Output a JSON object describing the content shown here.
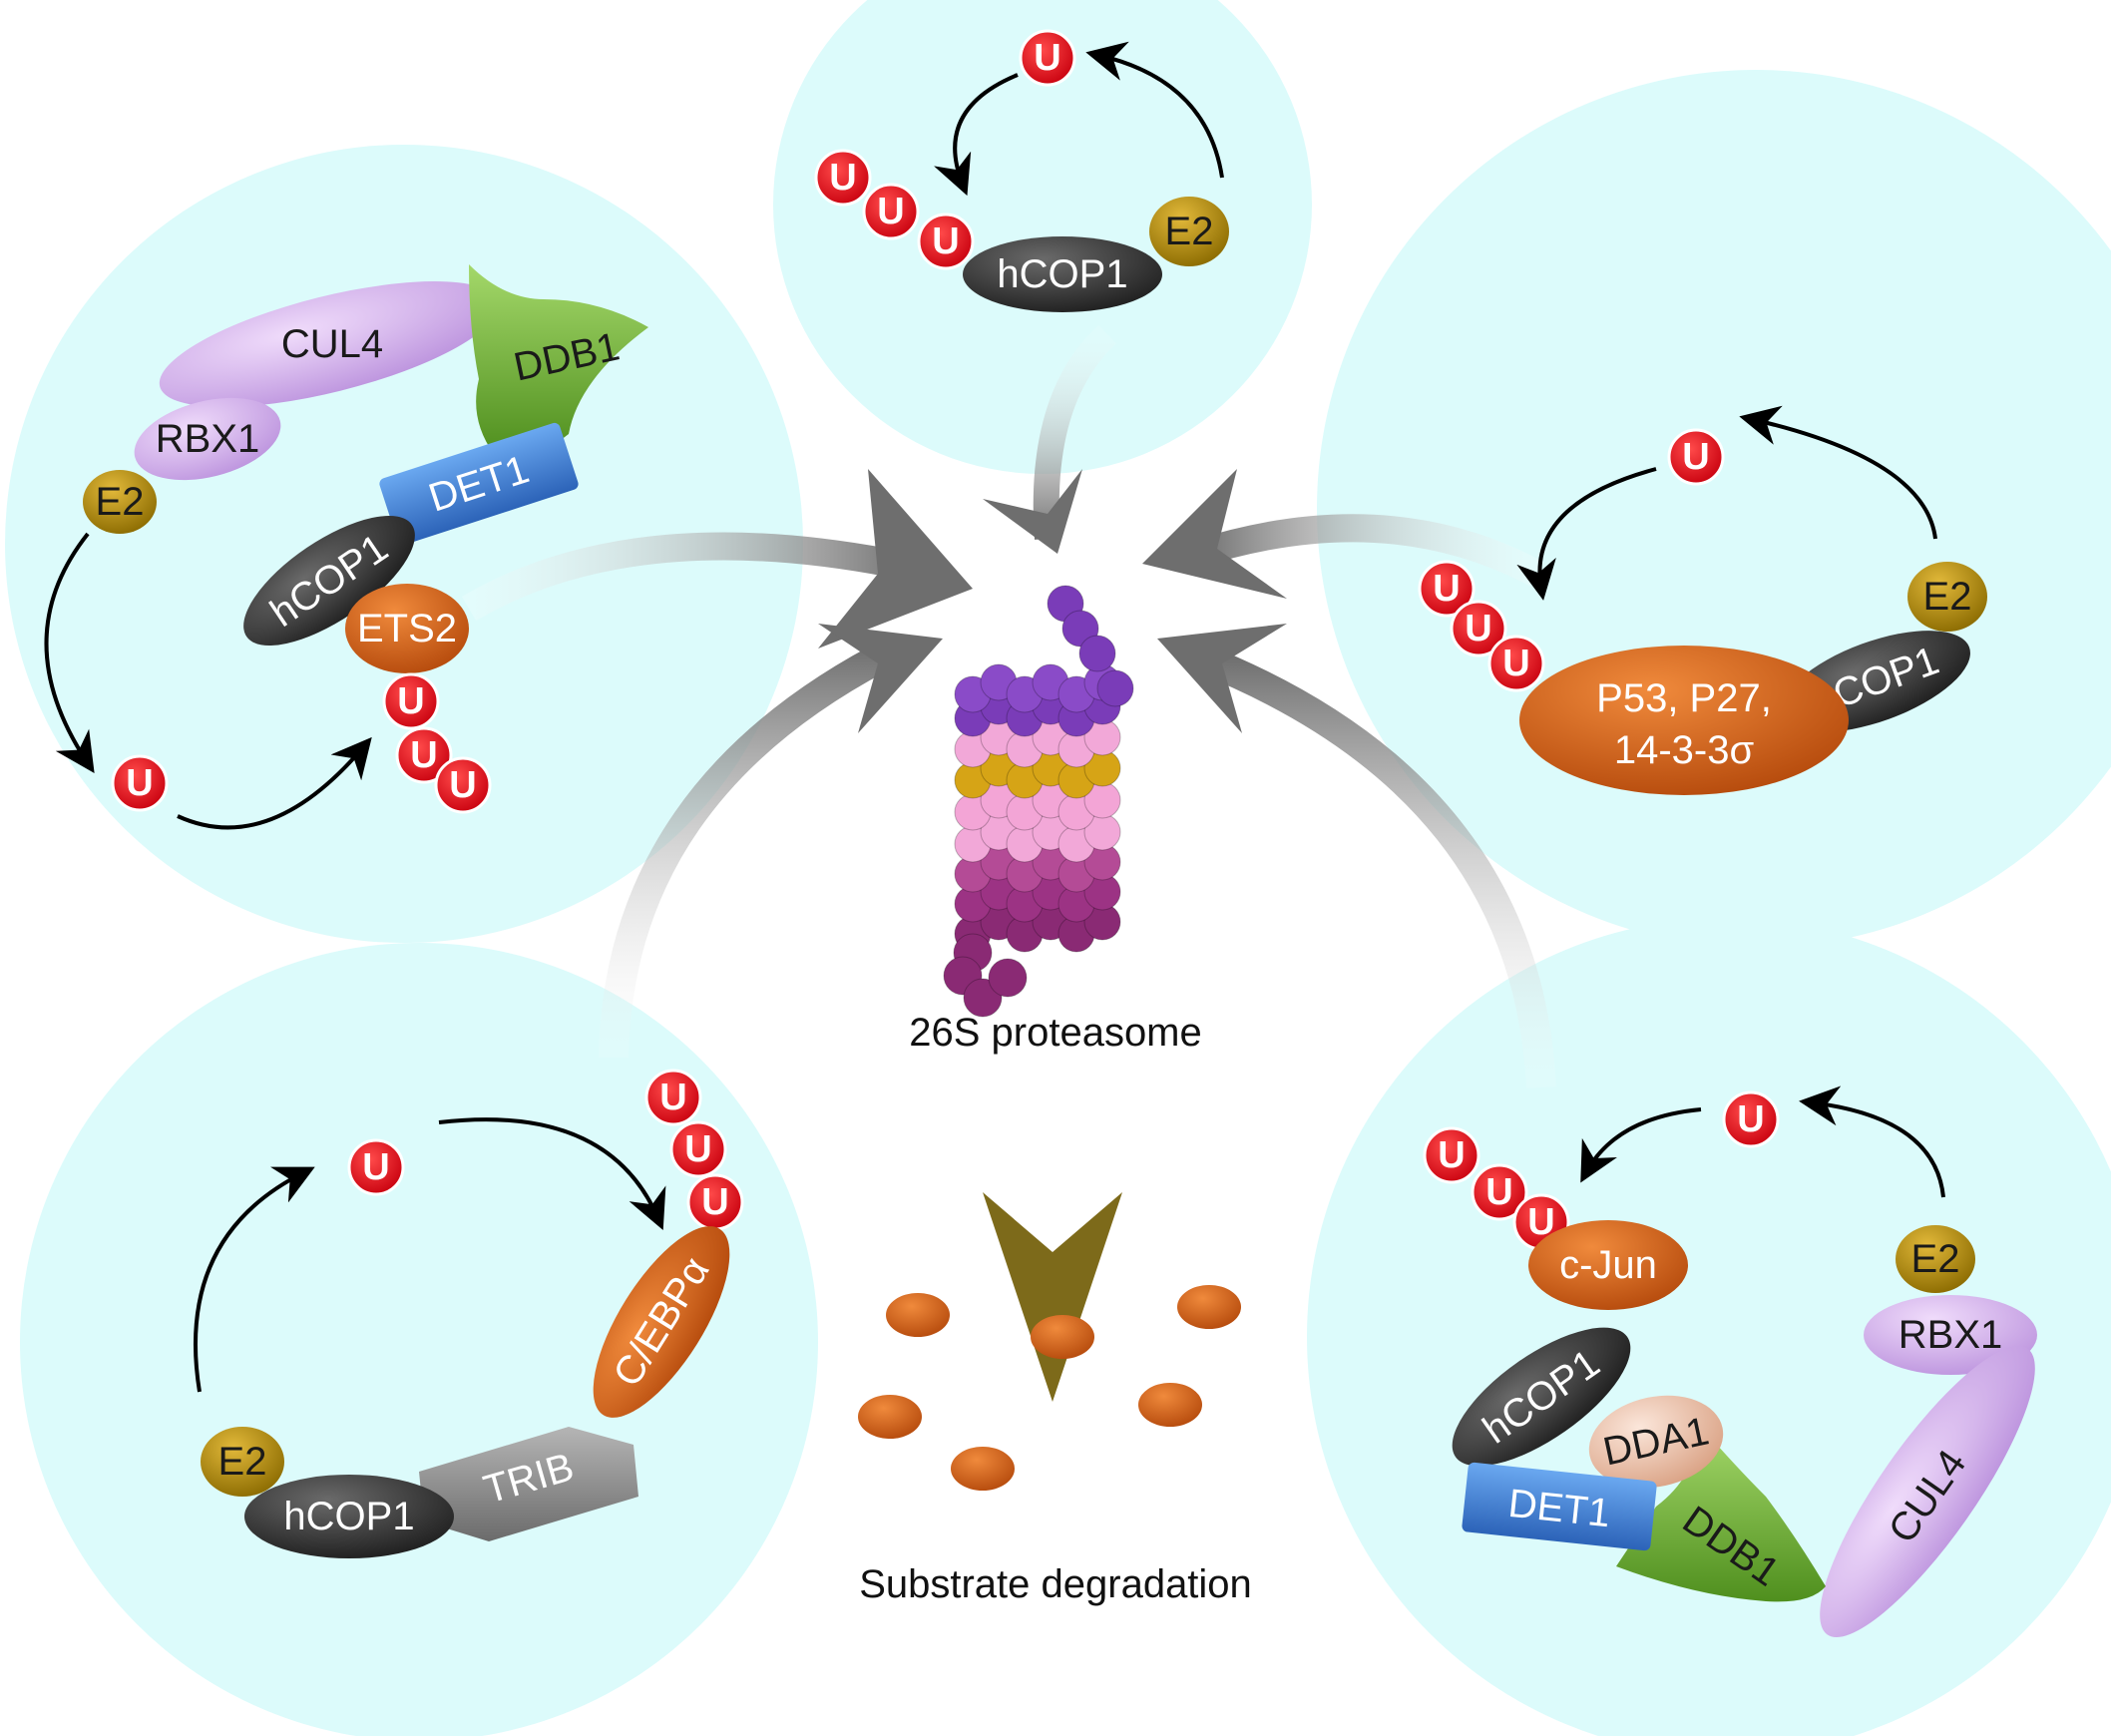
{
  "center": {
    "proteasome_label": "26S proteasome",
    "degradation_label": "Substrate degradation"
  },
  "ubiquitin": "U",
  "panel_top": {
    "hcop1": "hCOP1",
    "e2": "E2"
  },
  "panel_top_left": {
    "cul4": "CUL4",
    "ddb1": "DDB1",
    "rbx1": "RBX1",
    "e2": "E2",
    "det1": "DET1",
    "hcop1": "hCOP1",
    "ets2": "ETS2"
  },
  "panel_top_right": {
    "e2": "E2",
    "hcop1": "hCOP1",
    "substrate_line1": "P53, P27,",
    "substrate_line2": "14-3-3σ"
  },
  "panel_bottom_left": {
    "e2": "E2",
    "hcop1": "hCOP1",
    "trib": "TRIB",
    "cebpa": "C/EBPα"
  },
  "panel_bottom_right": {
    "cjun": "c-Jun",
    "e2": "E2",
    "rbx1": "RBX1",
    "hcop1": "hCOP1",
    "dda1": "DDA1",
    "det1": "DET1",
    "ddb1": "DDB1",
    "cul4": "CUL4"
  },
  "colors": {
    "panel_bg": "#dcfbfb",
    "ubiquitin": "#e3061b",
    "hcop1": "#3b3b3b",
    "e2": "#b8900e",
    "substrate": "#d9621a",
    "det1": "#3f7ed6",
    "ddb1": "#79b53c",
    "cul4": "#c9a4e8",
    "trib": "#8e8e8e",
    "dda1": "#f1c7b0"
  }
}
